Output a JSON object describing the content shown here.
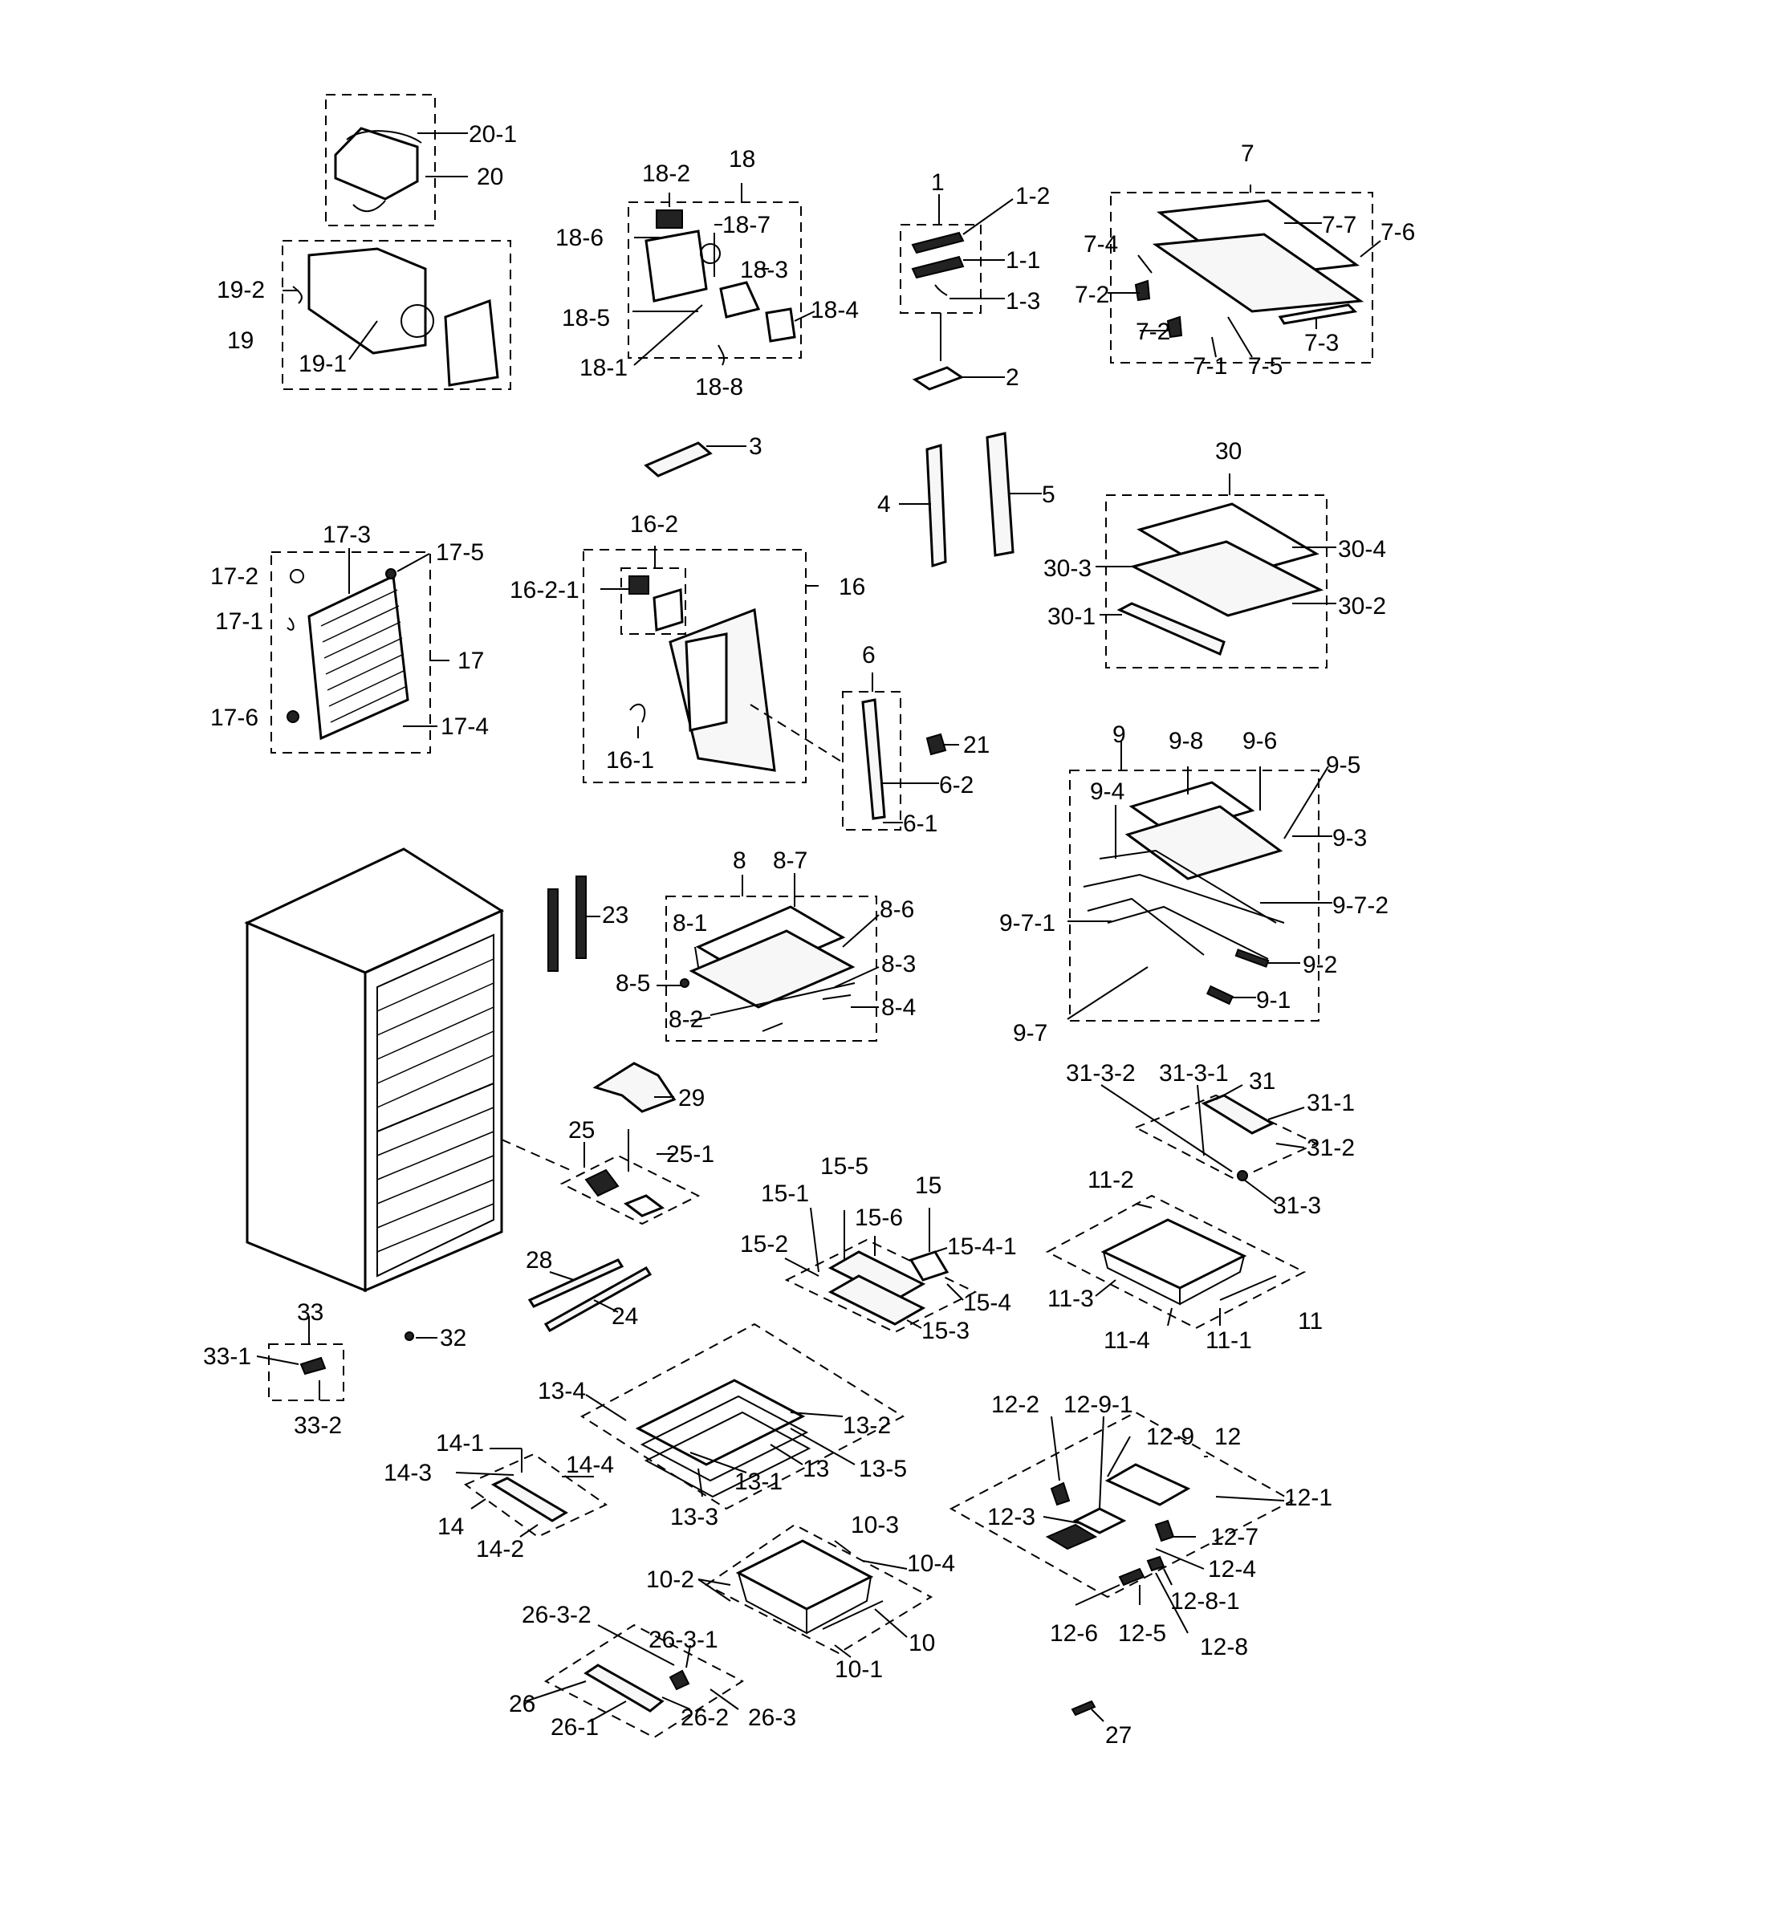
{
  "labels": {
    "l20_1": "20-1",
    "l20": "20",
    "l19_2": "19-2",
    "l19": "19",
    "l19_1": "19-1",
    "l18": "18",
    "l18_2": "18-2",
    "l18_6": "18-6",
    "l18_7": "18-7",
    "l18_3": "18-3",
    "l18_5": "18-5",
    "l18_4": "18-4",
    "l18_1": "18-1",
    "l18_8": "18-8",
    "l1": "1",
    "l1_2": "1-2",
    "l1_1": "1-1",
    "l1_3": "1-3",
    "l2": "2",
    "l7": "7",
    "l7_7": "7-7",
    "l7_6": "7-6",
    "l7_4": "7-4",
    "l7_2a": "7-2",
    "l7_2b": "7-2",
    "l7_3": "7-3",
    "l7_1": "7-1",
    "l7_5": "7-5",
    "l3": "3",
    "l4": "4",
    "l5": "5",
    "l30": "30",
    "l30_4": "30-4",
    "l30_3": "30-3",
    "l30_2": "30-2",
    "l30_1": "30-1",
    "l17_3": "17-3",
    "l17_2": "17-2",
    "l17_5": "17-5",
    "l17_1": "17-1",
    "l17": "17",
    "l17_6": "17-6",
    "l17_4": "17-4",
    "l16_2": "16-2",
    "l16_2_1": "16-2-1",
    "l16": "16",
    "l16_1": "16-1",
    "l6": "6",
    "l21": "21",
    "l6_2": "6-2",
    "l6_1": "6-1",
    "l9": "9",
    "l9_8": "9-8",
    "l9_6": "9-6",
    "l9_5": "9-5",
    "l9_4": "9-4",
    "l9_3": "9-3",
    "l9_7_2": "9-7-2",
    "l9_7_1": "9-7-1",
    "l9_2": "9-2",
    "l9_1": "9-1",
    "l9_7": "9-7",
    "l23": "23",
    "l8": "8",
    "l8_7": "8-7",
    "l8_6": "8-6",
    "l8_1": "8-1",
    "l8_3": "8-3",
    "l8_5": "8-5",
    "l8_4": "8-4",
    "l8_2": "8-2",
    "l29": "29",
    "l25": "25",
    "l25_1": "25-1",
    "l31_3_2": "31-3-2",
    "l31_3_1": "31-3-1",
    "l31": "31",
    "l31_1": "31-1",
    "l31_2": "31-2",
    "l31_3": "31-3",
    "l11_2": "11-2",
    "l11_3": "11-3",
    "l11_4": "11-4",
    "l11_1": "11-1",
    "l11": "11",
    "l15_5": "15-5",
    "l15": "15",
    "l15_1": "15-1",
    "l15_6": "15-6",
    "l15_4_1": "15-4-1",
    "l15_2": "15-2",
    "l15_4": "15-4",
    "l15_3": "15-3",
    "l28": "28",
    "l24": "24",
    "l33": "33",
    "l33_1": "33-1",
    "l32": "32",
    "l33_2": "33-2",
    "l13_4": "13-4",
    "l13_2": "13-2",
    "l13": "13",
    "l13_5": "13-5",
    "l13_1": "13-1",
    "l13_3": "13-3",
    "l14_1": "14-1",
    "l14_3": "14-3",
    "l14_4": "14-4",
    "l14": "14",
    "l14_2": "14-2",
    "l12_2": "12-2",
    "l12_9_1": "12-9-1",
    "l12_9": "12-9",
    "l12": "12",
    "l12_1": "12-1",
    "l12_3": "12-3",
    "l12_7": "12-7",
    "l12_4": "12-4",
    "l12_8_1": "12-8-1",
    "l12_6": "12-6",
    "l12_5": "12-5",
    "l12_8": "12-8",
    "l10_3": "10-3",
    "l10_4": "10-4",
    "l10_2": "10-2",
    "l10": "10",
    "l10_1": "10-1",
    "l26_3_2": "26-3-2",
    "l26_3_1": "26-3-1",
    "l26": "26",
    "l26_2": "26-2",
    "l26_3": "26-3",
    "l26_1": "26-1",
    "l27": "27"
  }
}
